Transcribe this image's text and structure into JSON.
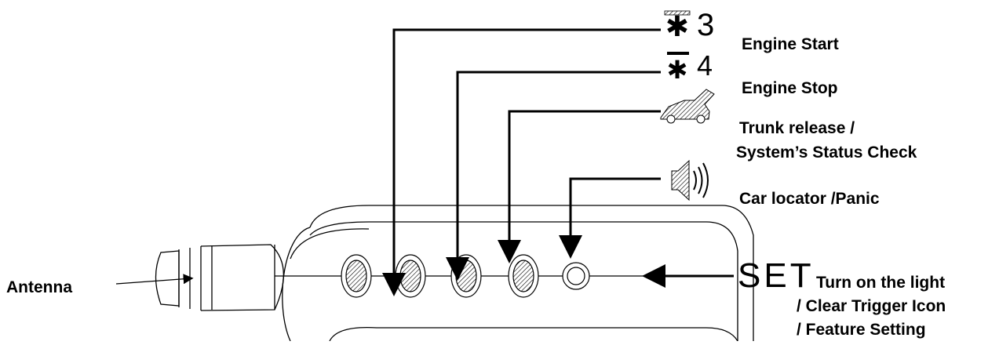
{
  "diagram": {
    "remote_buttons": [
      {
        "id": "engine-start",
        "icon": "snowflake-3-icon",
        "text": "✱3"
      },
      {
        "id": "engine-stop",
        "icon": "snowflake-4-icon",
        "text": "✱4"
      },
      {
        "id": "trunk",
        "icon": "car-trunk-icon",
        "text": ""
      },
      {
        "id": "panic",
        "icon": "speaker-icon",
        "text": ""
      },
      {
        "id": "set",
        "icon": "set-icon",
        "text": "SET"
      }
    ],
    "icons": {
      "engine_start_number": "3",
      "engine_stop_number": "4",
      "set_text": "SET"
    },
    "labels": {
      "engine_start": "Engine Start",
      "engine_stop": "Engine Stop",
      "trunk_line1": "Trunk release /",
      "trunk_line2": "System’s Status Check",
      "panic": "Car locator /Panic",
      "set_line1": "Turn on the light",
      "set_line2": "/ Clear Trigger Icon",
      "set_line3": "/ Feature Setting",
      "antenna": "Antenna"
    }
  }
}
